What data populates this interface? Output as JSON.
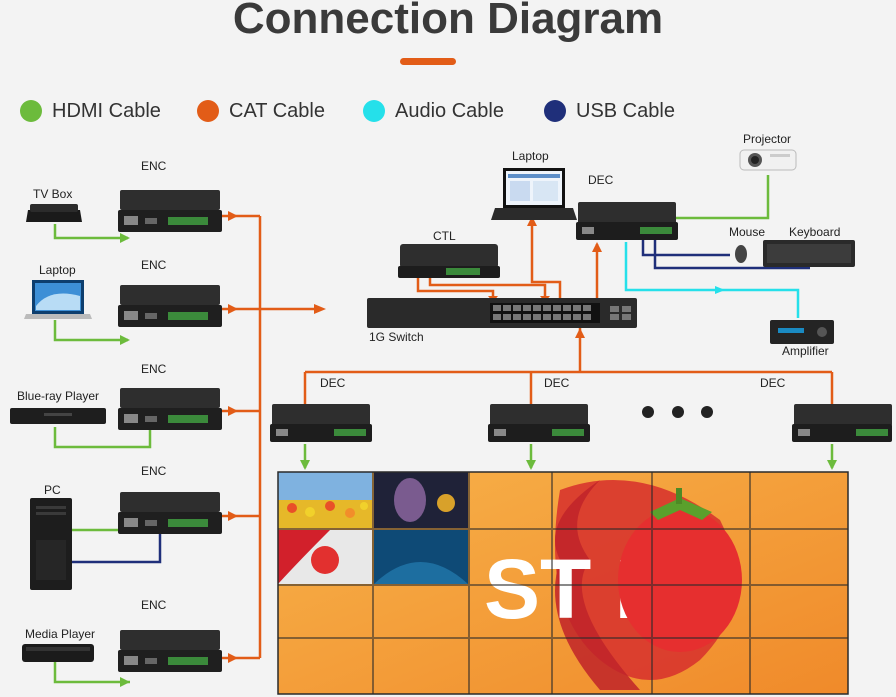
{
  "title": "Connection Diagram",
  "accent": "#e25c17",
  "legend": [
    {
      "label": "HDMI Cable",
      "color": "#6cbb3c"
    },
    {
      "label": "CAT Cable",
      "color": "#e25c17"
    },
    {
      "label": "Audio Cable",
      "color": "#25e0ea"
    },
    {
      "label": "USB Cable",
      "color": "#1f2f7a"
    }
  ],
  "labels": {
    "enc": "ENC",
    "dec": "DEC",
    "ctl": "CTL",
    "switch": "1G Switch",
    "tv_box": "TV Box",
    "laptop": "Laptop",
    "blueray": "Blue-ray Player",
    "pc": "PC",
    "media_player": "Media Player",
    "projector": "Projector",
    "mouse": "Mouse",
    "keyboard": "Keyboard",
    "amplifier": "Amplifier",
    "video_wall": "ST BY"
  }
}
